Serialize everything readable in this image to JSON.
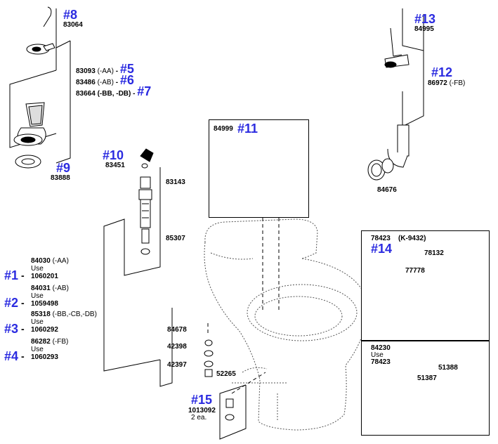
{
  "colors": {
    "ref_number": "#2b2be0",
    "line": "#000000",
    "ghost": "#555555"
  },
  "parts": {
    "p8": {
      "ref": "#8",
      "num": "83064"
    },
    "p5": {
      "ref": "#5",
      "num": "83093",
      "suffix": "(-AA)"
    },
    "p6": {
      "ref": "#6",
      "num": "83486",
      "suffix": "(-AB)"
    },
    "p7": {
      "ref": "#7",
      "num": "83664",
      "suffix": "(-BB, -DB)"
    },
    "p9": {
      "ref": "#9",
      "num": "83888"
    },
    "p10": {
      "ref": "#10",
      "num": "83451",
      "sub1": "83143",
      "sub2": "85307"
    },
    "p11": {
      "ref": "#11",
      "num": "84999"
    },
    "p12": {
      "ref": "#12",
      "num": "86972",
      "suffix": "(-FB)",
      "sub": "84676"
    },
    "p13": {
      "ref": "#13",
      "num": "84995"
    },
    "p14": {
      "ref": "#14",
      "num": "78423",
      "suffix": "(K-9432)",
      "sub1": "78132",
      "sub2": "77778"
    },
    "p15": {
      "ref": "#15",
      "num": "1013092",
      "qty": "2 ea."
    },
    "kit": {
      "num": "84230",
      "use": "Use",
      "use_num": "78423",
      "sub1": "51388",
      "sub2": "51387"
    },
    "bolts": {
      "a": "84678",
      "b": "42398",
      "c": "42397",
      "d": "52265"
    }
  },
  "seats": [
    {
      "ref": "#1",
      "dash": "-",
      "num": "84030",
      "suffix": "(-AA)",
      "use": "Use",
      "use_num": "1060201"
    },
    {
      "ref": "#2",
      "dash": "-",
      "num": "84031",
      "suffix": "(-AB)",
      "use": "Use",
      "use_num": "1059498"
    },
    {
      "ref": "#3",
      "dash": "-",
      "num": "85318",
      "suffix": "(-BB,-CB,-DB)",
      "use": "Use",
      "use_num": "1060292"
    },
    {
      "ref": "#4",
      "dash": "-",
      "num": "86282",
      "suffix": "(-FB)",
      "use": "Use",
      "use_num": "1060293"
    }
  ]
}
